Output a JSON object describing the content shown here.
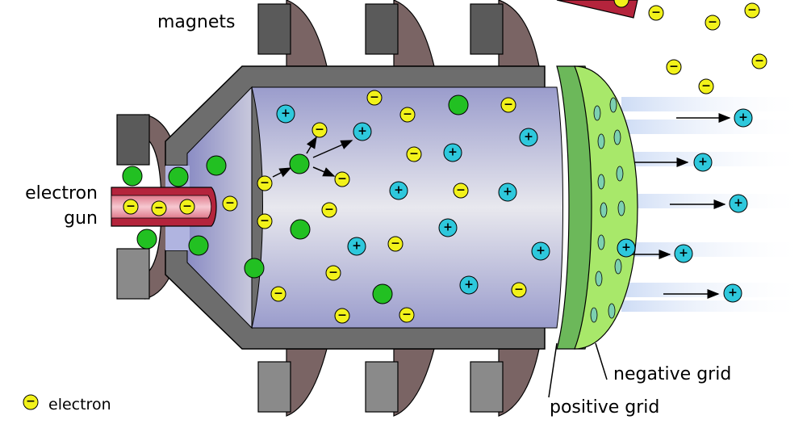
{
  "labels": {
    "magnets": "magnets",
    "electron_gun_line1": "electron",
    "electron_gun_line2": "gun",
    "negative_grid": "negative grid",
    "positive_grid": "positive grid",
    "legend_electron": "electron"
  },
  "symbols": {
    "electron_sign": "−",
    "ion_sign": "+"
  },
  "colors": {
    "electron": "#f2f21a",
    "ion": "#2ec8dc",
    "neutral_atom": "#22c022",
    "chamber_wall": "#6d6d6d",
    "magnet": "#7a6464",
    "positive_grid": "#7cc86a",
    "negative_grid": "#a8e86a",
    "gun_tube": "#b4243c"
  }
}
